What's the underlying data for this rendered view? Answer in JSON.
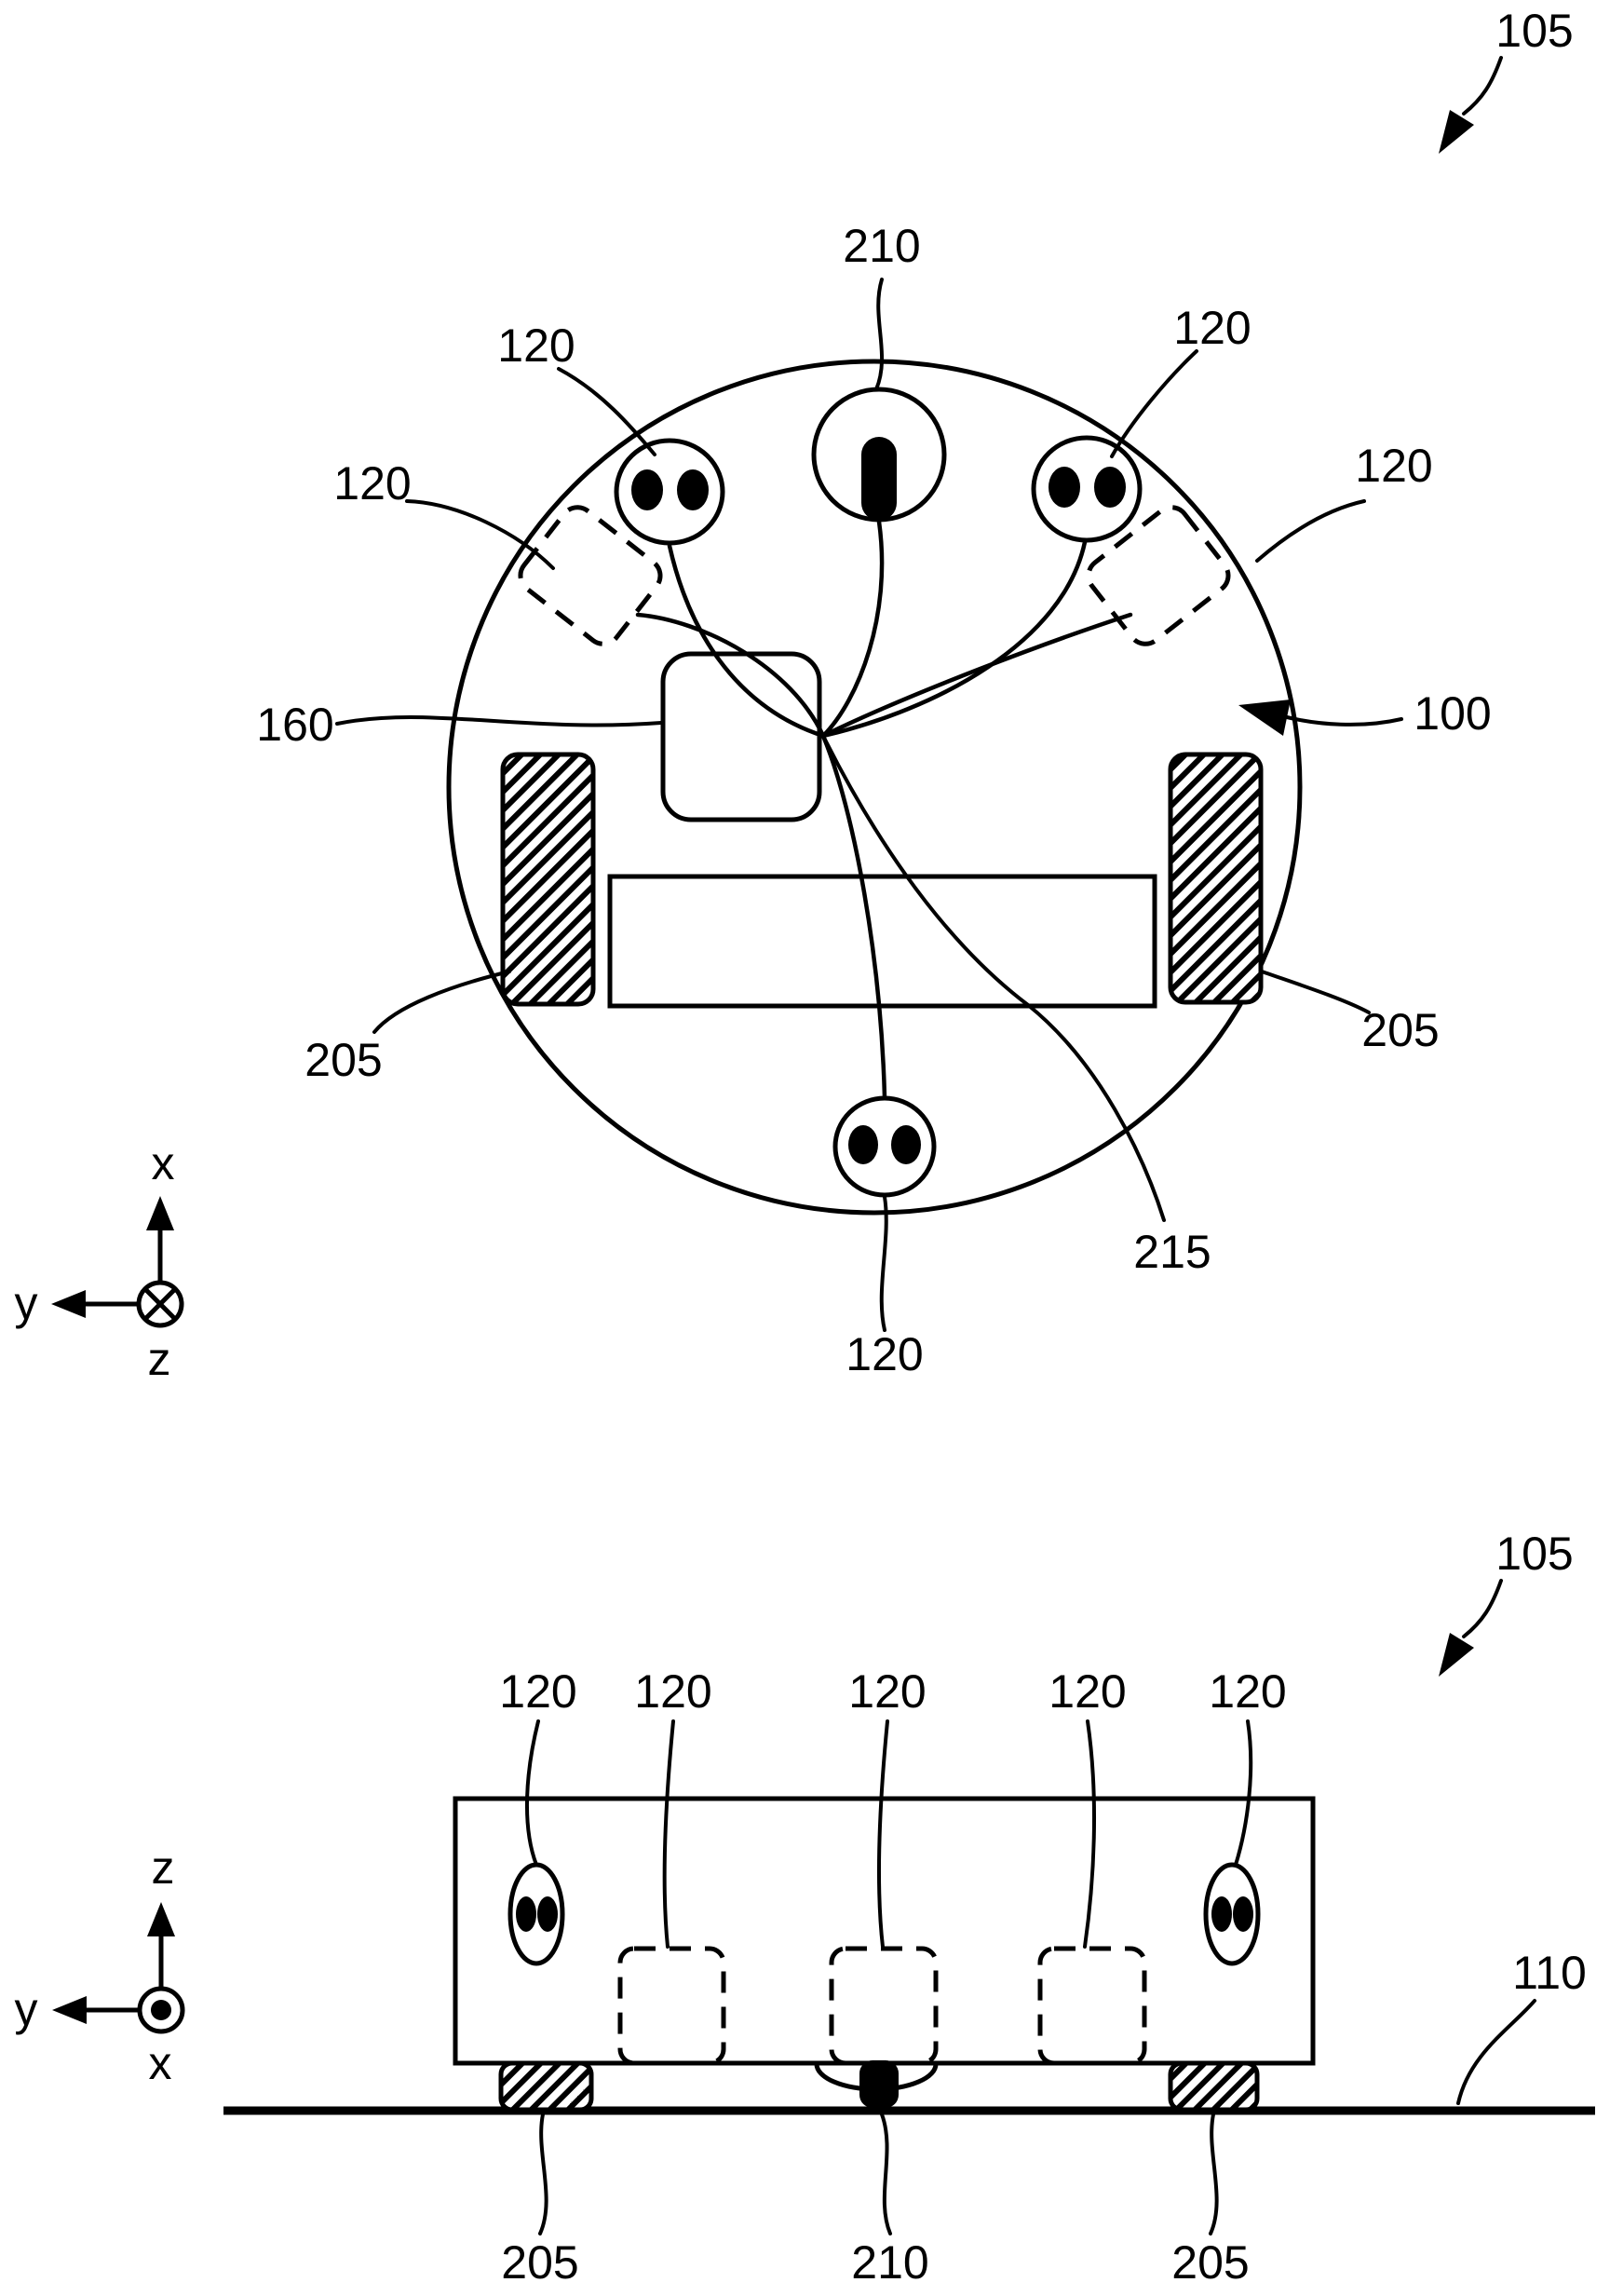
{
  "page": {
    "background": "#ffffff",
    "ink": "#000000",
    "description_texts_visible": [
      "105",
      "210",
      "120",
      "160",
      "100",
      "205",
      "215",
      "110",
      "x",
      "y",
      "z"
    ]
  },
  "labels": {
    "assembly_105": "105",
    "robot_100": "100",
    "floor_110": "110",
    "sensor_120": "120",
    "controller_160": "160",
    "wheel_205": "205",
    "caster_210": "210",
    "compartment_215": "215",
    "axis_x": "x",
    "axis_y": "y",
    "axis_z": "z"
  }
}
